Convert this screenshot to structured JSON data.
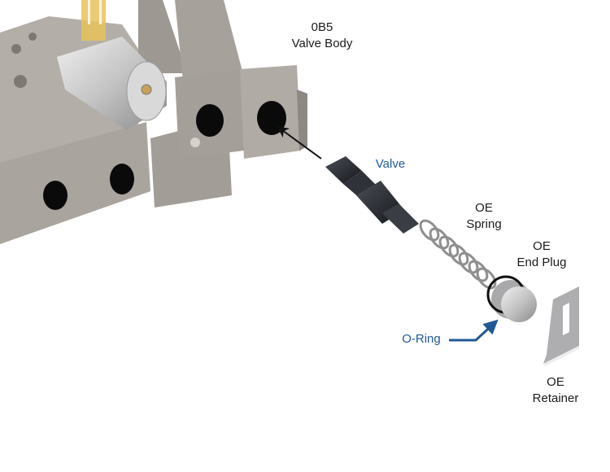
{
  "diagram": {
    "type": "exploded-parts-view",
    "colors": {
      "body_gray": "#a8a29b",
      "body_light": "#bdb8b1",
      "body_dark": "#8e8882",
      "hole": "#0a0a0a",
      "valve": "#2a2d33",
      "spring": "#9a9a9a",
      "plug": "#c9c9cb",
      "label_dark": "#1a1a1a",
      "label_blue": "#1f5a96"
    },
    "labels": {
      "valve_body": {
        "line1": "0B5",
        "line2": "Valve Body"
      },
      "valve": {
        "line1": "Valve"
      },
      "spring": {
        "line1": "OE",
        "line2": "Spring"
      },
      "end_plug": {
        "line1": "OE",
        "line2": "End Plug"
      },
      "o_ring": {
        "line1": "O-Ring"
      },
      "retainer": {
        "line1": "OE",
        "line2": "Retainer"
      }
    }
  }
}
